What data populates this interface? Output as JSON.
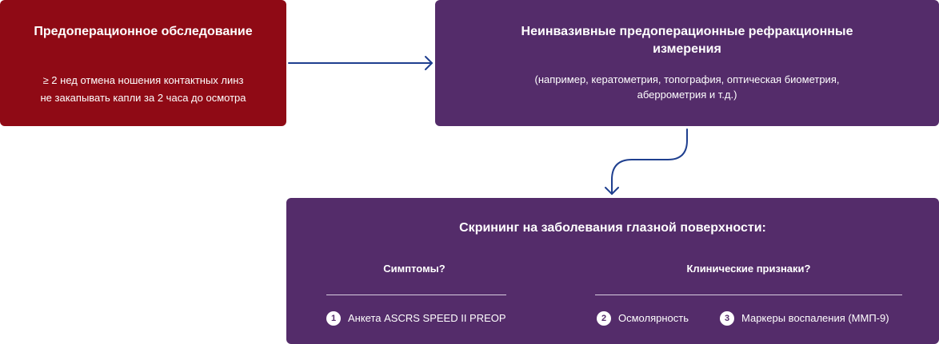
{
  "preop_box": {
    "title": "Предоперационное обследование",
    "lines": [
      "≥ 2 нед отмена ношения контактных линз",
      "не закапывать капли за 2 часа до осмотра"
    ],
    "color": "#8f0a15"
  },
  "noninvasive_box": {
    "title": "Неинвазивные предоперационные рефракционные измерения",
    "note": "(например, кератометрия, топография, оптическая биометрия, аберрометрия и т.д.)",
    "color": "#542c6a"
  },
  "screening_box": {
    "title": "Скрининг на заболевания глазной поверхности:",
    "symptoms_heading": "Симптомы?",
    "clinical_heading": "Клинические признаки?",
    "items": [
      {
        "number": "1",
        "label": "Анкета ASCRS SPEED II PREOP"
      },
      {
        "number": "2",
        "label": "Осмолярность"
      },
      {
        "number": "3",
        "label": "Маркеры воспаления (ММП-9)"
      }
    ],
    "color": "#542c6a"
  },
  "arrow_color": "#1f3f8f"
}
